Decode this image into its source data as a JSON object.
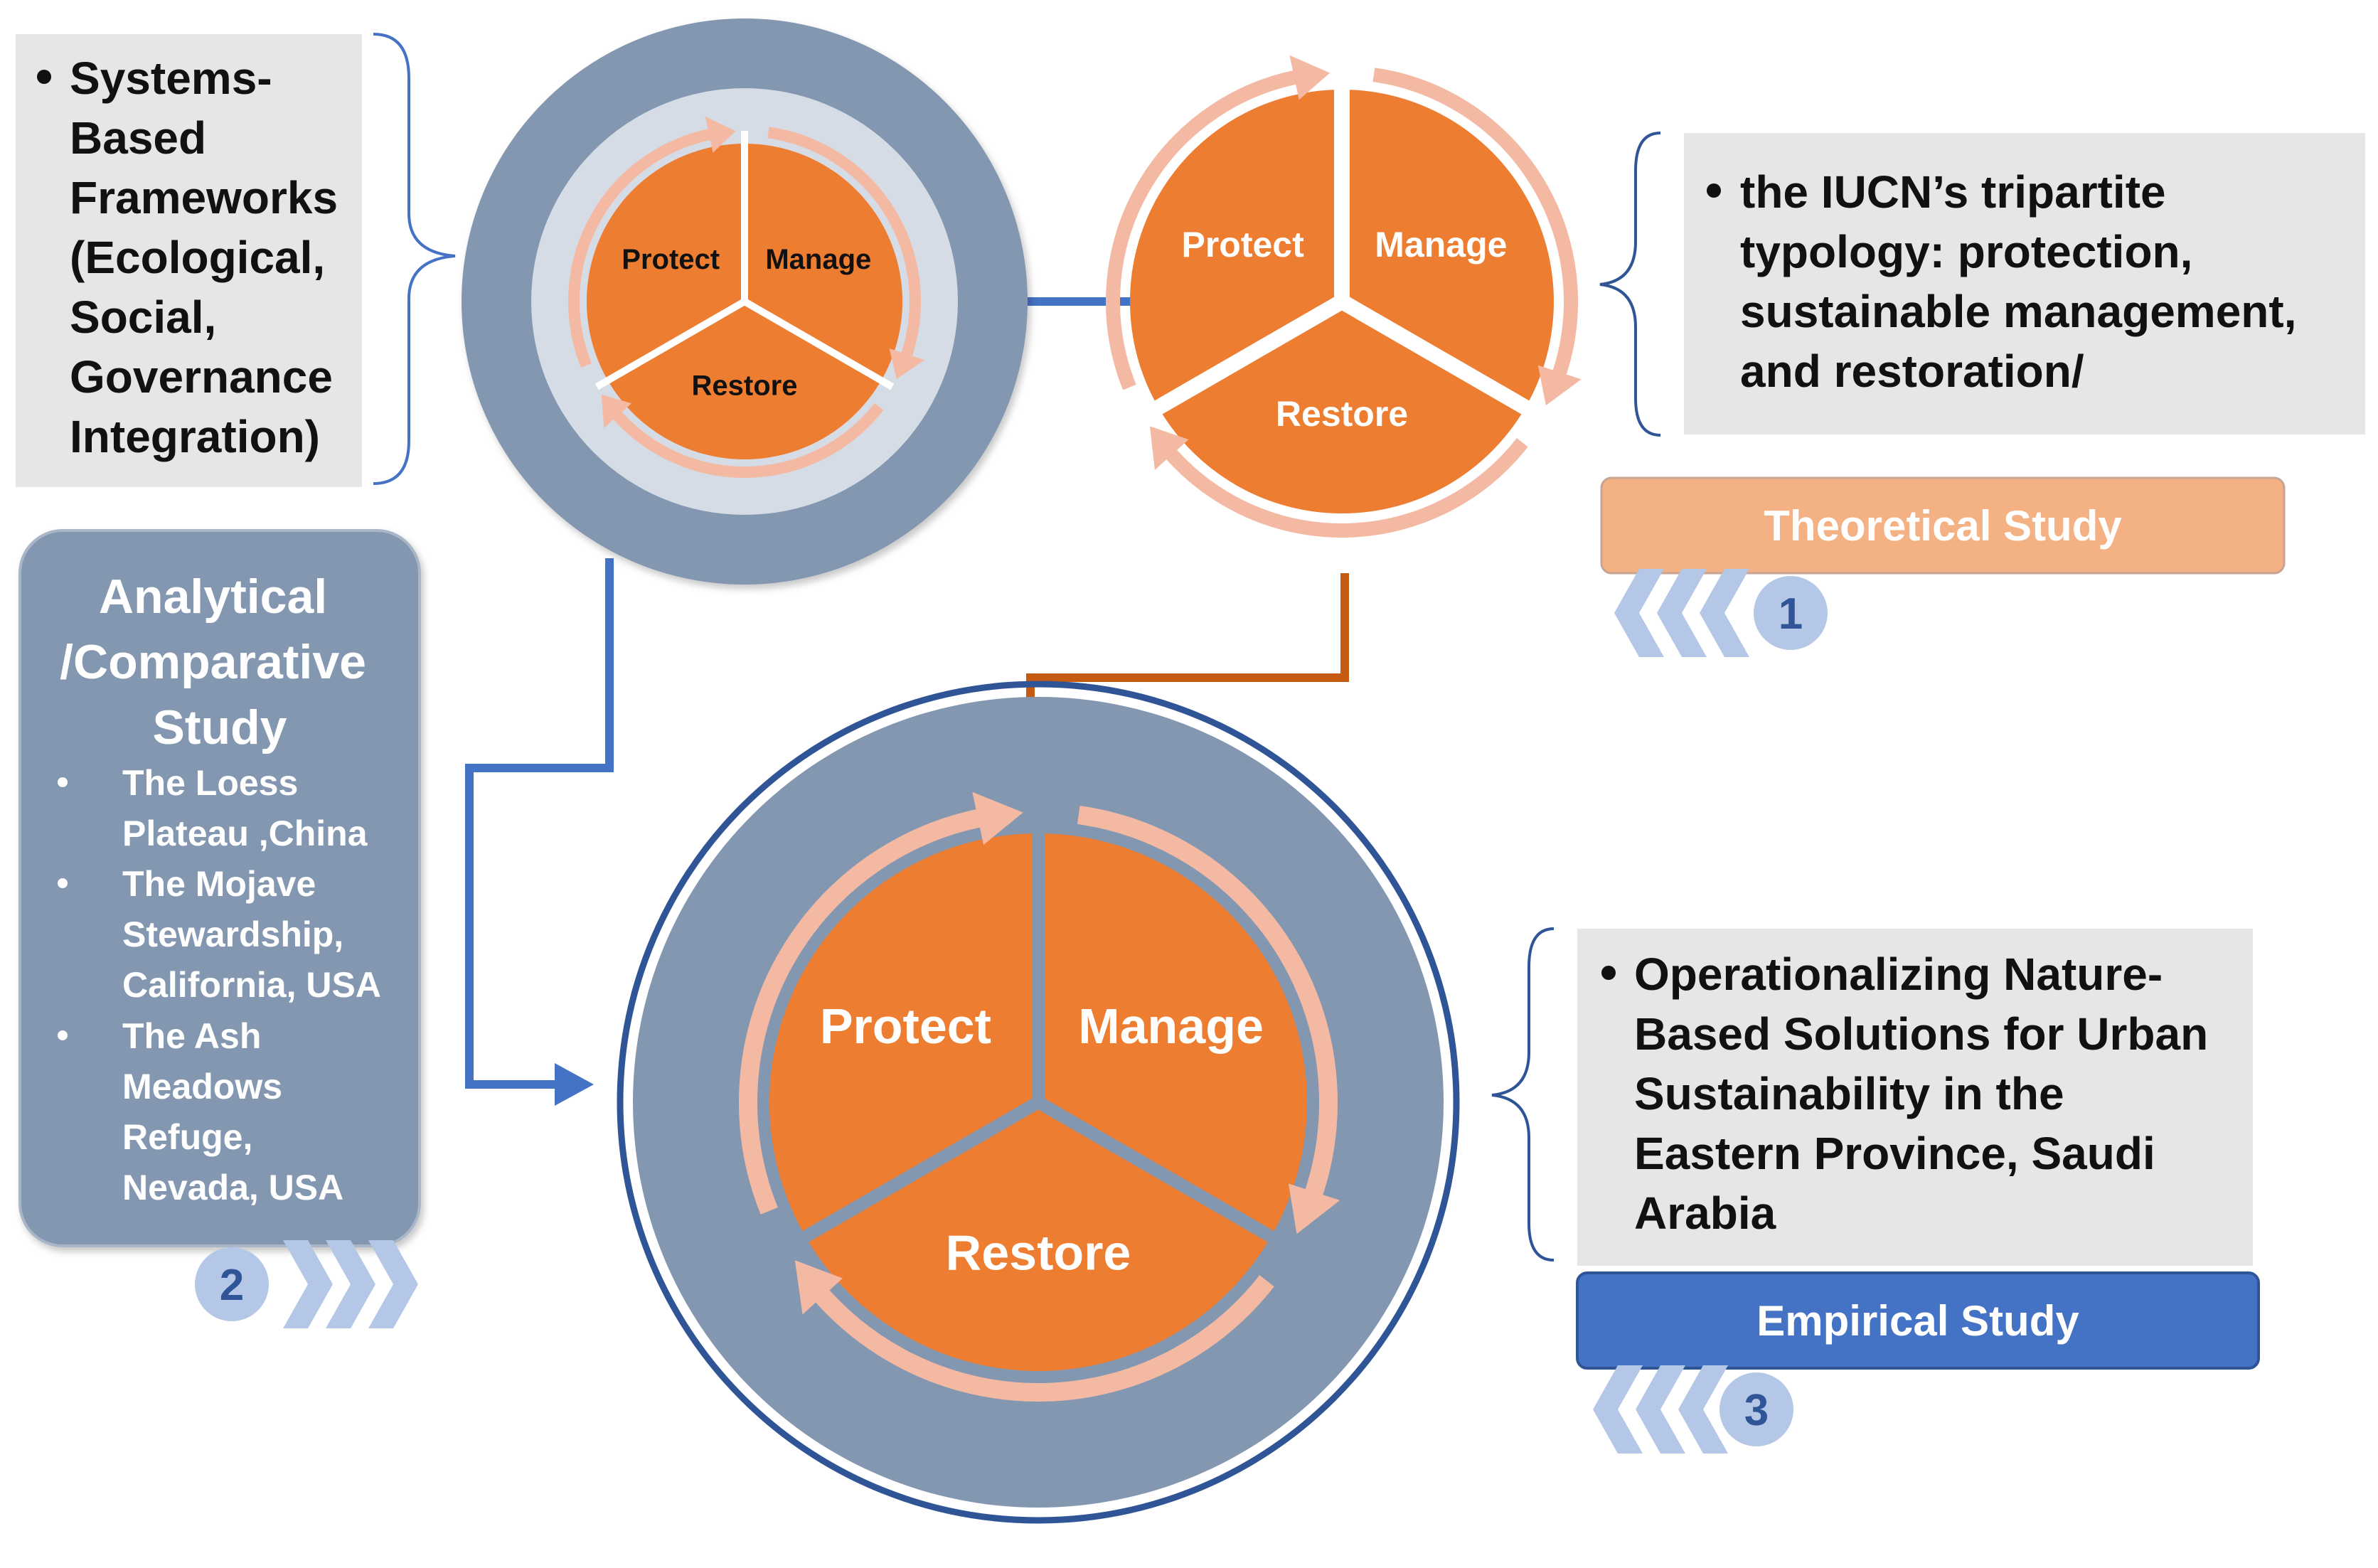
{
  "cycle_labels": {
    "protect": "Protect",
    "manage": "Manage",
    "restore": "Restore"
  },
  "systems_box": {
    "lines": [
      "Systems-",
      "Based",
      "Frameworks",
      "(Ecological,",
      "Social,",
      "Governance",
      "Integration)"
    ]
  },
  "iucn_box": {
    "lines": [
      "the IUCN’s tripartite",
      "typology: protection,",
      "sustainable management,",
      "and restoration/"
    ]
  },
  "theoretical": {
    "label": "Theoretical Study",
    "step": "1"
  },
  "analytical": {
    "title_lines": [
      "Analytical",
      "/Comparative",
      "Study"
    ],
    "items": [
      {
        "lines": [
          "The Loess",
          "Plateau ,China"
        ]
      },
      {
        "lines": [
          "The Mojave",
          "Stewardship,",
          "California, USA"
        ]
      },
      {
        "lines": [
          "The Ash",
          "Meadows",
          "Refuge,",
          "Nevada, USA"
        ]
      }
    ],
    "step": "2"
  },
  "empirical_box": {
    "lines": [
      "Operationalizing Nature-",
      "Based Solutions for Urban",
      "Sustainability in the",
      "Eastern Province, Saudi",
      "Arabia"
    ]
  },
  "empirical": {
    "label": "Empirical Study",
    "step": "3"
  },
  "colors": {
    "orange": "#ed7d31",
    "light_orange": "#f4b9a3",
    "theoretical_fill": "#f4b183",
    "slate": "#8497b0",
    "pale_slate": "#d6dce5",
    "blue": "#4472c4",
    "dark_blue": "#2f5597",
    "arrow_orange": "#c55a11",
    "gray_box": "#e7e6e6",
    "step_circle": "#b4c7e7"
  }
}
